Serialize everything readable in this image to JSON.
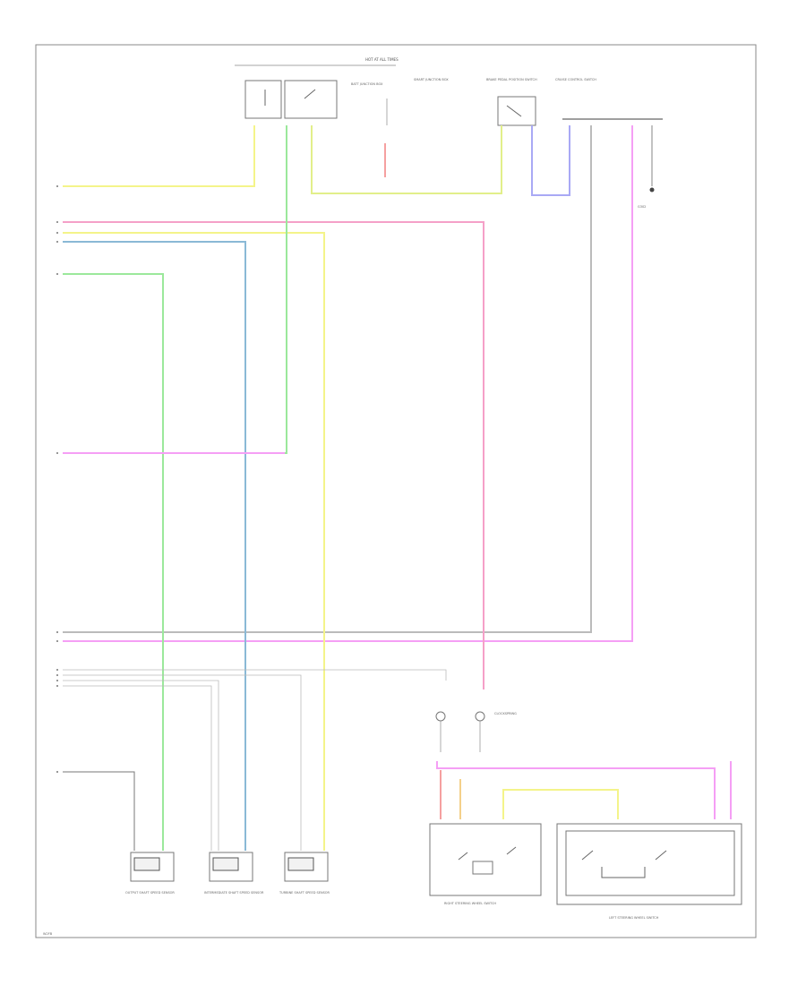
{
  "diagram": {
    "labels": {
      "hot_at_all_times": "HOT AT ALL TIMES",
      "fuse_relay_box": "BATT JUNCTION BOX",
      "interior_fuse": "SMART JUNCTION BOX",
      "brake_pedal_position": "BRAKE PEDAL POSITION SWITCH",
      "steering_wheel_switch": "CRUISE CONTROL SWITCH",
      "clockspring": "CLOCKSPRING",
      "right_switch": "RIGHT STEERING WHEEL SWITCH",
      "left_switch": "LEFT STEERING WHEEL SWITCH",
      "sensor_a": "OUTPUT SHAFT SPEED SENSOR",
      "sensor_b": "INTERMEDIATE SHAFT SPEED SENSOR",
      "sensor_c": "TURBINE SHAFT SPEED SENSOR",
      "ground": "G302",
      "page_id": "W2FB"
    },
    "wire_colors": {
      "yellow": "#f4f48a",
      "pink": "#f59ff5",
      "green": "#9be89b",
      "blue": "#8ab9d6",
      "light_green": "#c6f08e",
      "violet": "#a9a9f5",
      "red": "#f5a0a0",
      "gray": "#bbbbbb"
    }
  }
}
